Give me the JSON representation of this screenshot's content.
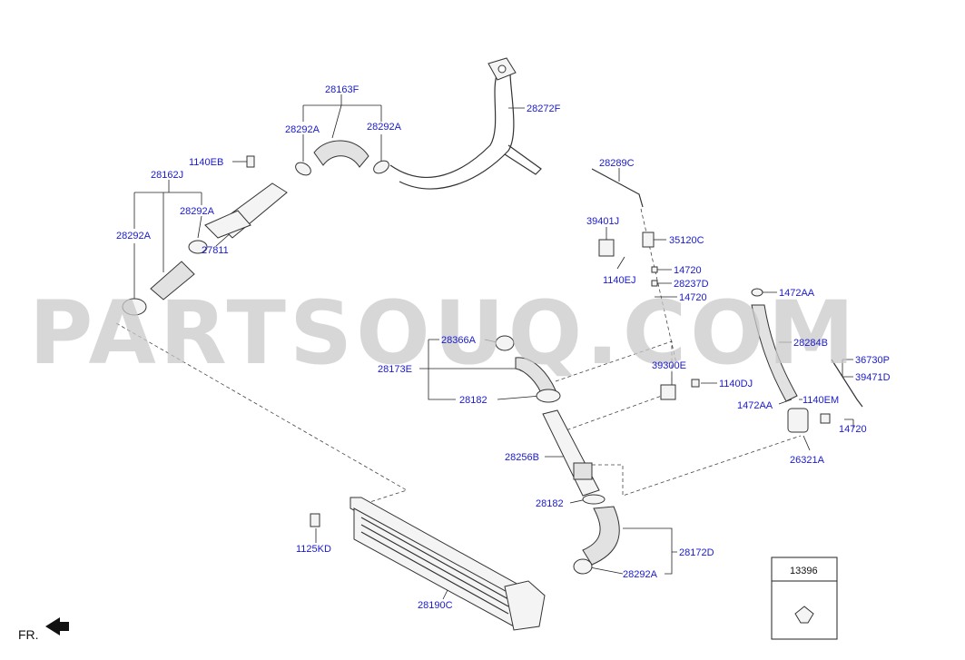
{
  "watermark": "PARTSOUQ.COM",
  "orientation_label": "FR.",
  "legend_box": {
    "code": "13396"
  },
  "callouts": {
    "c28163F": "28163F",
    "c28272F": "28272F",
    "c28292A_1": "28292A",
    "c28292A_2": "28292A",
    "c1140EB": "1140EB",
    "c28162J": "28162J",
    "c28292A_3": "28292A",
    "c28292A_4": "28292A",
    "c27811": "27811",
    "c28289C": "28289C",
    "c39401J": "39401J",
    "c35120C": "35120C",
    "c14720_1": "14720",
    "c1140EJ": "1140EJ",
    "c28237D": "28237D",
    "c14720_2": "14720",
    "c1472AA_1": "1472AA",
    "c28284B": "28284B",
    "c36730P": "36730P",
    "c39471D": "39471D",
    "c1140EM": "1140EM",
    "c1472AA_2": "1472AA",
    "c14720_3": "14720",
    "c26321A": "26321A",
    "c28366A": "28366A",
    "c28173E": "28173E",
    "c28182_1": "28182",
    "c39300E": "39300E",
    "c1140DJ": "1140DJ",
    "c28256B": "28256B",
    "c28182_2": "28182",
    "c28172D": "28172D",
    "c28292A_5": "28292A",
    "c1125KD": "1125KD",
    "c28190C": "28190C"
  }
}
